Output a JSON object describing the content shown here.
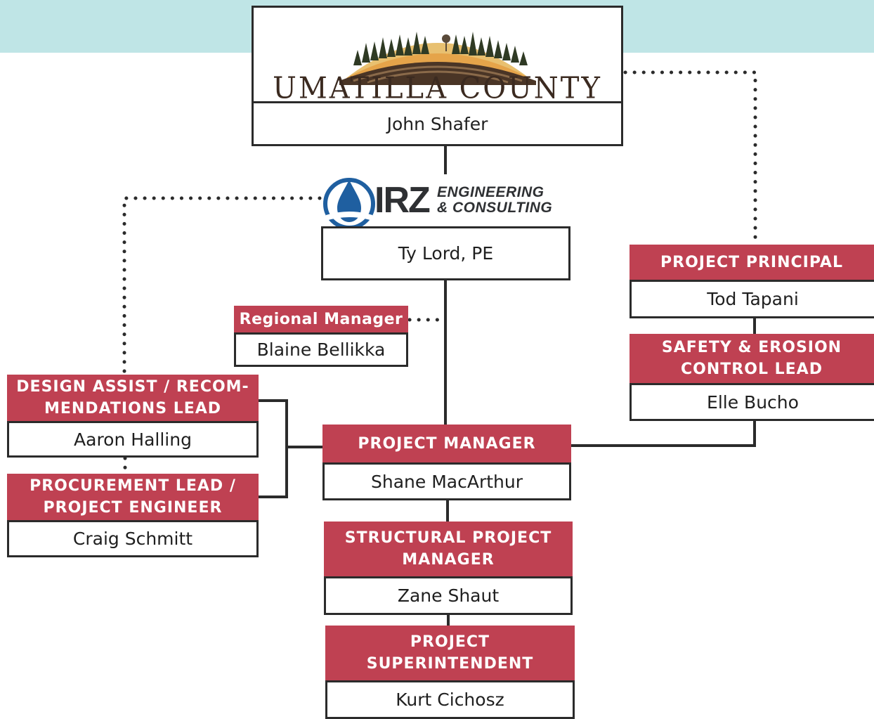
{
  "colors": {
    "header_red": "#bf4152",
    "band": "#bfe5e6",
    "line": "#2b2b2b"
  },
  "logos": {
    "county": {
      "name": "UMATILLA COUNTY",
      "icon": "farmland-landscape-icon"
    },
    "irz": {
      "mark": "IRZ",
      "line1": "ENGINEERING",
      "line2": "& CONSULTING",
      "icon": "water-drop-icon"
    }
  },
  "county_contact": "John Shafer",
  "irz_lead": "Ty Lord, PE",
  "regional_manager": {
    "title": "Regional Manager",
    "name": "Blaine Bellikka"
  },
  "project_principal": {
    "title": "PROJECT PRINCIPAL",
    "name": "Tod Tapani"
  },
  "safety_lead": {
    "title": "SAFETY & EROSION CONTROL LEAD",
    "title_line1": "SAFETY & EROSION",
    "title_line2": "CONTROL LEAD",
    "name": "Elle Bucho"
  },
  "design_lead": {
    "title_line1": "DESIGN ASSIST / RECOM-",
    "title_line2": "MENDATIONS LEAD",
    "name": "Aaron Halling"
  },
  "procurement_lead": {
    "title_line1": "PROCUREMENT LEAD /",
    "title_line2": "PROJECT ENGINEER",
    "name": "Craig Schmitt"
  },
  "project_manager": {
    "title": "PROJECT MANAGER",
    "name": "Shane MacArthur"
  },
  "structural_pm": {
    "title_line1": "STRUCTURAL PROJECT",
    "title_line2": "MANAGER",
    "name": "Zane Shaut"
  },
  "superintendent": {
    "title_line1": "PROJECT",
    "title_line2": "SUPERINTENDENT",
    "name": "Kurt Cichosz"
  }
}
